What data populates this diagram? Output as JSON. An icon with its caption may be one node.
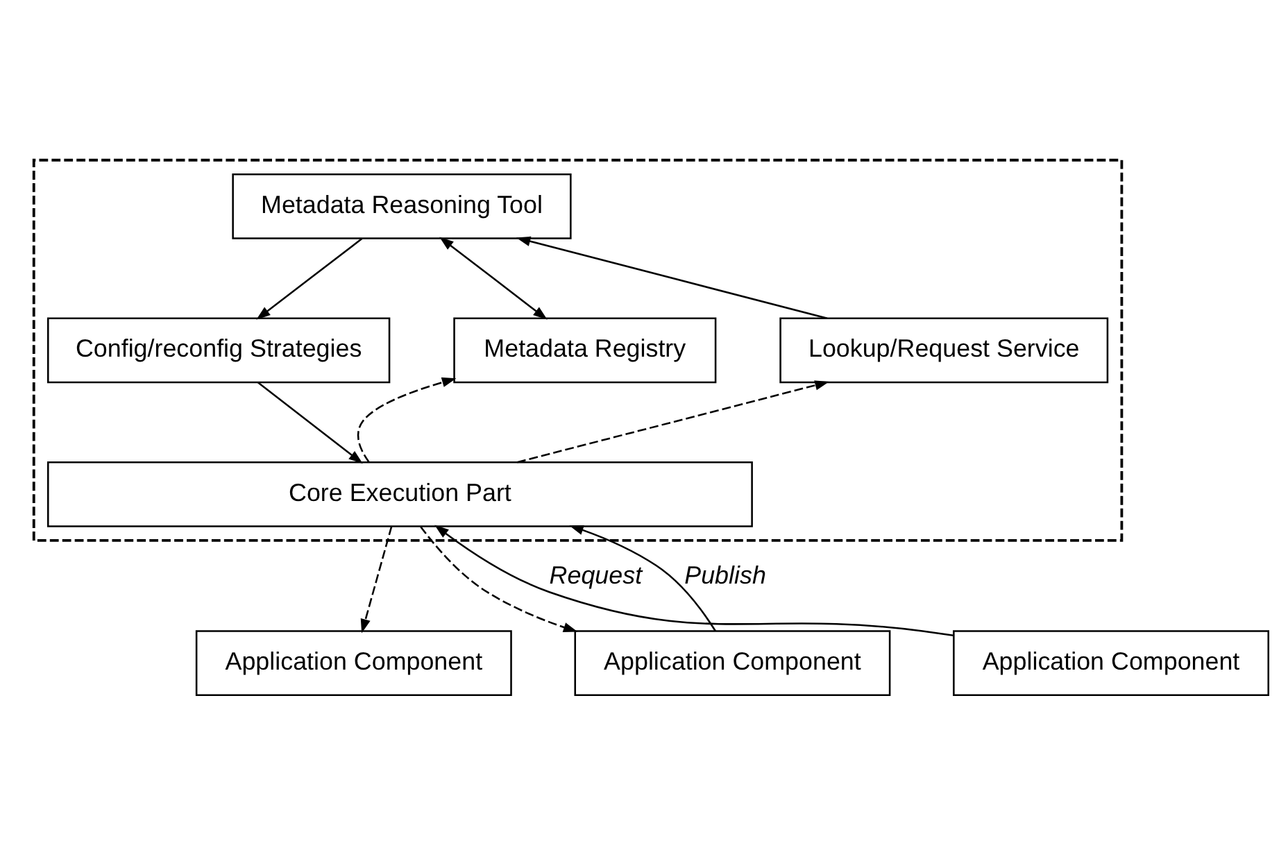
{
  "diagram": {
    "nodes": [
      {
        "text": [],
        "shape": "box"
      },
      {
        "text": [
          "Metadata Reasoning Tool"
        ],
        "in": 0
      },
      {
        "text": [
          "Lookup/Request Service"
        ],
        "in": 0
      },
      {
        "text": [
          "Config/reconfig Strategies"
        ],
        "in": 0
      },
      {
        "text": [
          "Metadata Registry"
        ],
        "in": 0
      },
      {
        "text": [
          "Core Execution Part"
        ],
        "in": 0
      },
      {
        "text": [
          "Application Component"
        ]
      },
      {
        "text": [
          "Application Component"
        ]
      },
      {
        "text": [
          "Application Component"
        ]
      }
    ],
    "edges": [
      {
        "from": 2,
        "to": 1,
        "arrow": "to"
      },
      {
        "from": 1,
        "to": 4,
        "arrow": "both"
      },
      {
        "from": 1,
        "to": 3,
        "arrow": "to"
      },
      {
        "from": 3,
        "to": 5,
        "arrow": "to"
      },
      {
        "from": 5,
        "to": 7,
        "arrow": "to",
        "style": "dashed"
      },
      {
        "from": 5,
        "to": 8,
        "arrow": "to",
        "style": "dashed"
      },
      {
        "from": 6,
        "to": 5,
        "arrow": "to",
        "label": "Request"
      },
      {
        "from": 5,
        "to": 2,
        "arrow": "to",
        "style": "dashed"
      },
      {
        "from": 8,
        "to": 5,
        "arrow": "to",
        "label": "Publish"
      },
      {
        "from": 5,
        "to": 4,
        "arrow": "to",
        "style": "dashed"
      }
    ]
  }
}
